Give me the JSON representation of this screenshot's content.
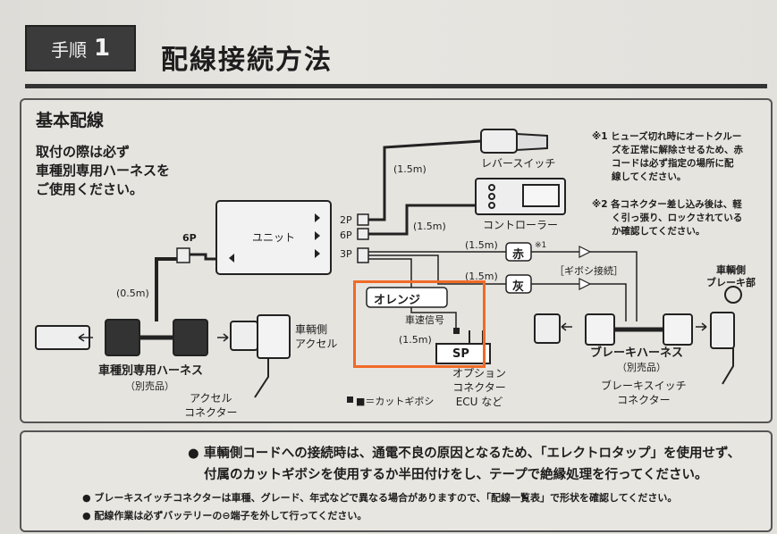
{
  "header": {
    "step_label": "手順",
    "step_number": "1",
    "title": "配線接続方法"
  },
  "section": {
    "title": "基本配線",
    "intro_lines": [
      "取付の際は必ず",
      "車種別専用ハーネスを",
      "ご使用ください。"
    ]
  },
  "notes": {
    "note1_lines": [
      "※1 ヒューズ切れ時にオートクルー",
      "ズを正常に解除させるため、赤",
      "コードは必ず指定の場所に配",
      "線してください。"
    ],
    "note2_lines": [
      "※2 各コネクター差し込み後は、軽",
      "く引っ張り、ロックされている",
      "か確認してください。"
    ]
  },
  "diagram": {
    "lever_switch": "レバースイッチ",
    "controller": "コントローラー",
    "unit": "ユニット",
    "port_2p": "2P",
    "port_6p": "6P",
    "port_3p": "3P",
    "port_6p_left": "6P",
    "len_lever": "(1.5m)",
    "len_controller": "(1.5m)",
    "len_red": "(1.5m)",
    "len_gray": "(1.5m)",
    "len_harness": "(0.5m)",
    "len_orange": "(1.5m)",
    "red_tag": "赤",
    "red_mark": "※1",
    "gray_tag": "灰",
    "splice": "［ギボシ接続］",
    "orange_tag": "オレンジ",
    "speed_signal": "車速信号",
    "sp_label": "SP",
    "option_connector_lines": [
      "オプション",
      "コネクター",
      "ECU など"
    ],
    "cut_gibosi": "■＝カットギボシ",
    "vehicle_harness": "車種別専用ハーネス",
    "sold_separately_1": "（別売品）",
    "accel_lines": [
      "車輌側",
      "アクセル"
    ],
    "accel_connector_lines": [
      "アクセル",
      "コネクター"
    ],
    "brake_harness": "ブレーキハーネス",
    "sold_separately_2": "（別売品）",
    "brake_switch_lines": [
      "ブレーキスイッチ",
      "コネクター"
    ],
    "brake_part_lines": [
      "車輌側",
      "ブレーキ部"
    ]
  },
  "warnings": {
    "main_lines": [
      "● 車輌側コードへの接続時は、通電不良の原因となるため、「エレクトロタップ」を使用せず、",
      "付属のカットギボシを使用するか半田付けをし、テープで絶縁処理を行ってください。"
    ],
    "sub1": "● ブレーキスイッチコネクターは車種、グレード、年式などで異なる場合がありますので、「配線一覧表」で形状を確認してください。",
    "sub2": "● 配線作業は必ずバッテリーの⊖端子を外して行ってください。"
  },
  "colors": {
    "highlight": "#f06a28",
    "step_box": "#3b3b3b"
  }
}
